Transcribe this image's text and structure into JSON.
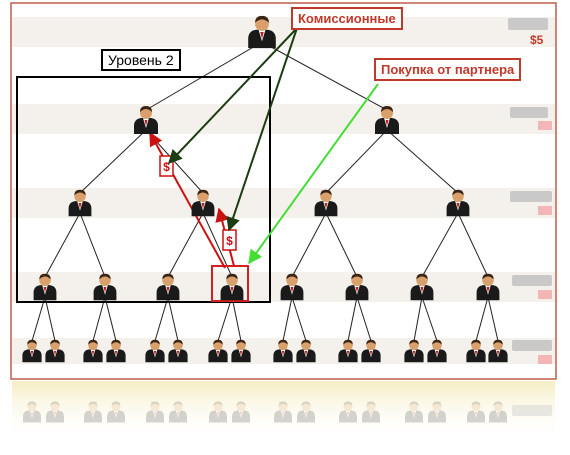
{
  "labels": {
    "commissions": "Комиссионные",
    "partner_purchase": "Покупка от партнера",
    "level2": "Уровень 2"
  },
  "top_amount": "$5",
  "colors": {
    "frame_border": "#c05a4a",
    "band_fill": "#f4f1ec",
    "level2_frame": "#000000",
    "commission_arrow": "#1c3d12",
    "purchase_arrow": "#44dd33",
    "flow_arrow": "#cc1111",
    "highlight": "#d42020",
    "label_red": "#c0392b",
    "blur_text": "#c9c9c9"
  },
  "icons": {
    "person": "businessman-icon",
    "dollar": "dollar-icon"
  },
  "tree": {
    "depth": 5,
    "branching": 2
  }
}
